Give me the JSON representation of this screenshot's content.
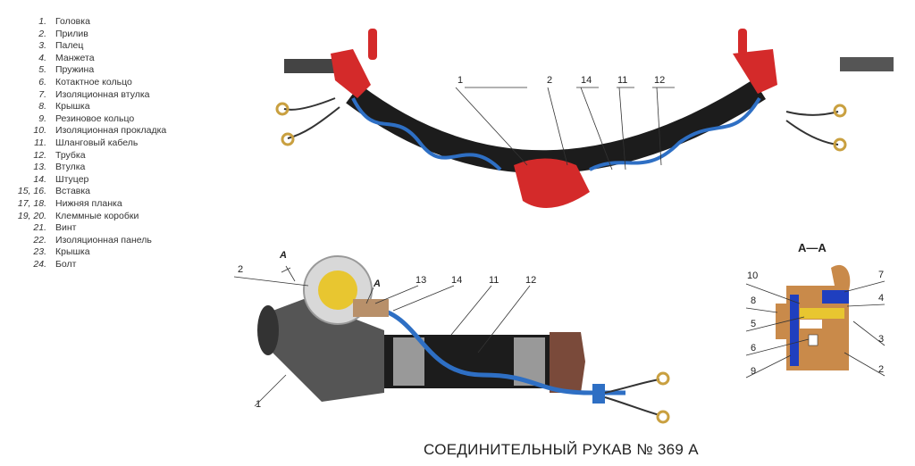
{
  "legend": [
    {
      "num": "1.",
      "text": "Головка"
    },
    {
      "num": "2.",
      "text": "Прилив"
    },
    {
      "num": "3.",
      "text": "Палец"
    },
    {
      "num": "4.",
      "text": "Манжета"
    },
    {
      "num": "5.",
      "text": "Пружина"
    },
    {
      "num": "6.",
      "text": "Котактное кольцо"
    },
    {
      "num": "7.",
      "text": "Изоляционная втулка"
    },
    {
      "num": "8.",
      "text": "Крышка"
    },
    {
      "num": "9.",
      "text": "Резиновое кольцо"
    },
    {
      "num": "10.",
      "text": "Изоляционная прокладка"
    },
    {
      "num": "11.",
      "text": "Шланговый кабель"
    },
    {
      "num": "12.",
      "text": "Трубка"
    },
    {
      "num": "13.",
      "text": "Втулка"
    },
    {
      "num": "14.",
      "text": "Штуцер"
    },
    {
      "num": "15, 16.",
      "text": "Вставка"
    },
    {
      "num": "17, 18.",
      "text": "Нижняя планка"
    },
    {
      "num": "19, 20.",
      "text": "Клеммные коробки"
    },
    {
      "num": "21.",
      "text": "Винт"
    },
    {
      "num": "22.",
      "text": "Изоляционная панель"
    },
    {
      "num": "23.",
      "text": "Крышка"
    },
    {
      "num": "24.",
      "text": "Болт"
    }
  ],
  "top_callouts": [
    "1",
    "2",
    "14",
    "11",
    "12"
  ],
  "bottom_callouts": [
    "2",
    "13",
    "14",
    "11",
    "12",
    "1"
  ],
  "section_marks": [
    "А",
    "А"
  ],
  "section": {
    "title": "А—А",
    "left": [
      "10",
      "8",
      "5",
      "6",
      "9"
    ],
    "right": [
      "7",
      "4",
      "3",
      "2"
    ]
  },
  "title": "СОЕДИНИТЕЛЬНЫЙ РУКАВ № 369 А",
  "colors": {
    "hose": "#1c1c1c",
    "cable": "#2e6fc4",
    "head": "#d42a2a",
    "brass": "#c98a4a",
    "insul": "#1f3fbf"
  }
}
